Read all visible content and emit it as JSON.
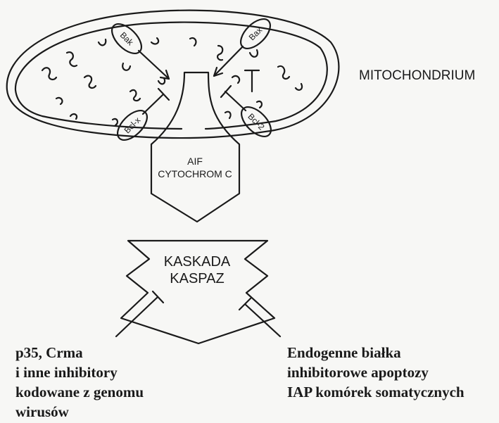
{
  "mitochondrion": {
    "title": "MITOCHONDRIUM",
    "proteins": {
      "bak": "Bak",
      "bax": "Bax",
      "bclx": "Bcl-x",
      "bcl2": "Bcl-2"
    }
  },
  "release": {
    "line1": "AIF",
    "line2": "CYTOCHROM C"
  },
  "cascade": {
    "line1": "KASKADA",
    "line2": "KASPAZ"
  },
  "inhibitors_left": {
    "lines": [
      "p35, Crma",
      "i inne inhibitory",
      "kodowane z genomu",
      "wirusów"
    ]
  },
  "inhibitors_right": {
    "lines": [
      "Endogenne białka",
      "inhibitorowe apoptozy",
      "IAP komórek somatycznych"
    ]
  },
  "colors": {
    "stroke": "#1a1a1a",
    "background": "#f7f7f5"
  }
}
